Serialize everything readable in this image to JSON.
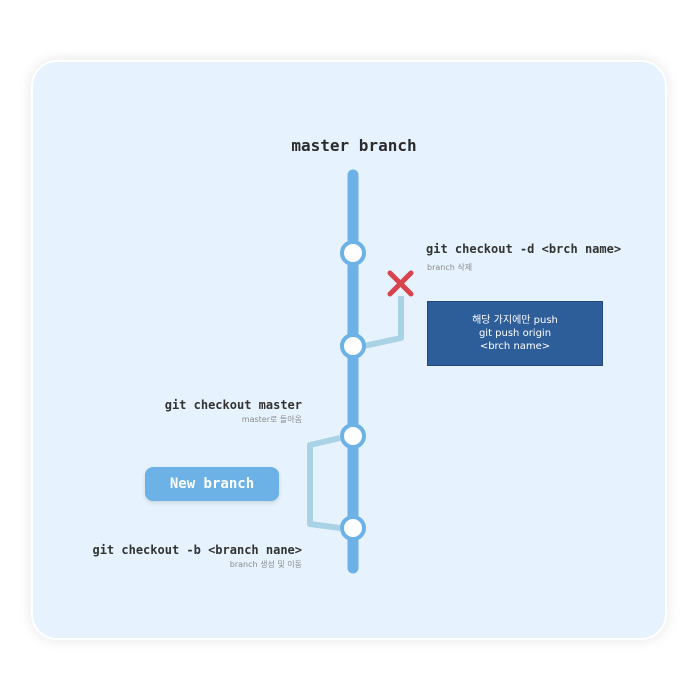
{
  "title": "master branch",
  "delete_command": {
    "command": "git checkout -d <brch name>",
    "description": "branch 삭제"
  },
  "push_box": {
    "lines": [
      "해당 가지에만 push",
      "git push origin",
      "<brch name>"
    ]
  },
  "master_command": {
    "command": "git checkout master",
    "description": "master로 돌아옴"
  },
  "new_branch_button": {
    "label": "New branch"
  },
  "create_command": {
    "command": "git checkout -b <branch nane>",
    "description": "branch 생성 및 이동"
  },
  "colors": {
    "master_line": "#6cb2e6",
    "branch_line": "#a9d3e4",
    "delete_mark": "#d9434b",
    "push_box": "#2e5e9a",
    "button": "#6cb2e6",
    "background": "#e6f3fe"
  },
  "icons": {
    "delete_mark": "x-icon"
  },
  "commit_count": 4
}
